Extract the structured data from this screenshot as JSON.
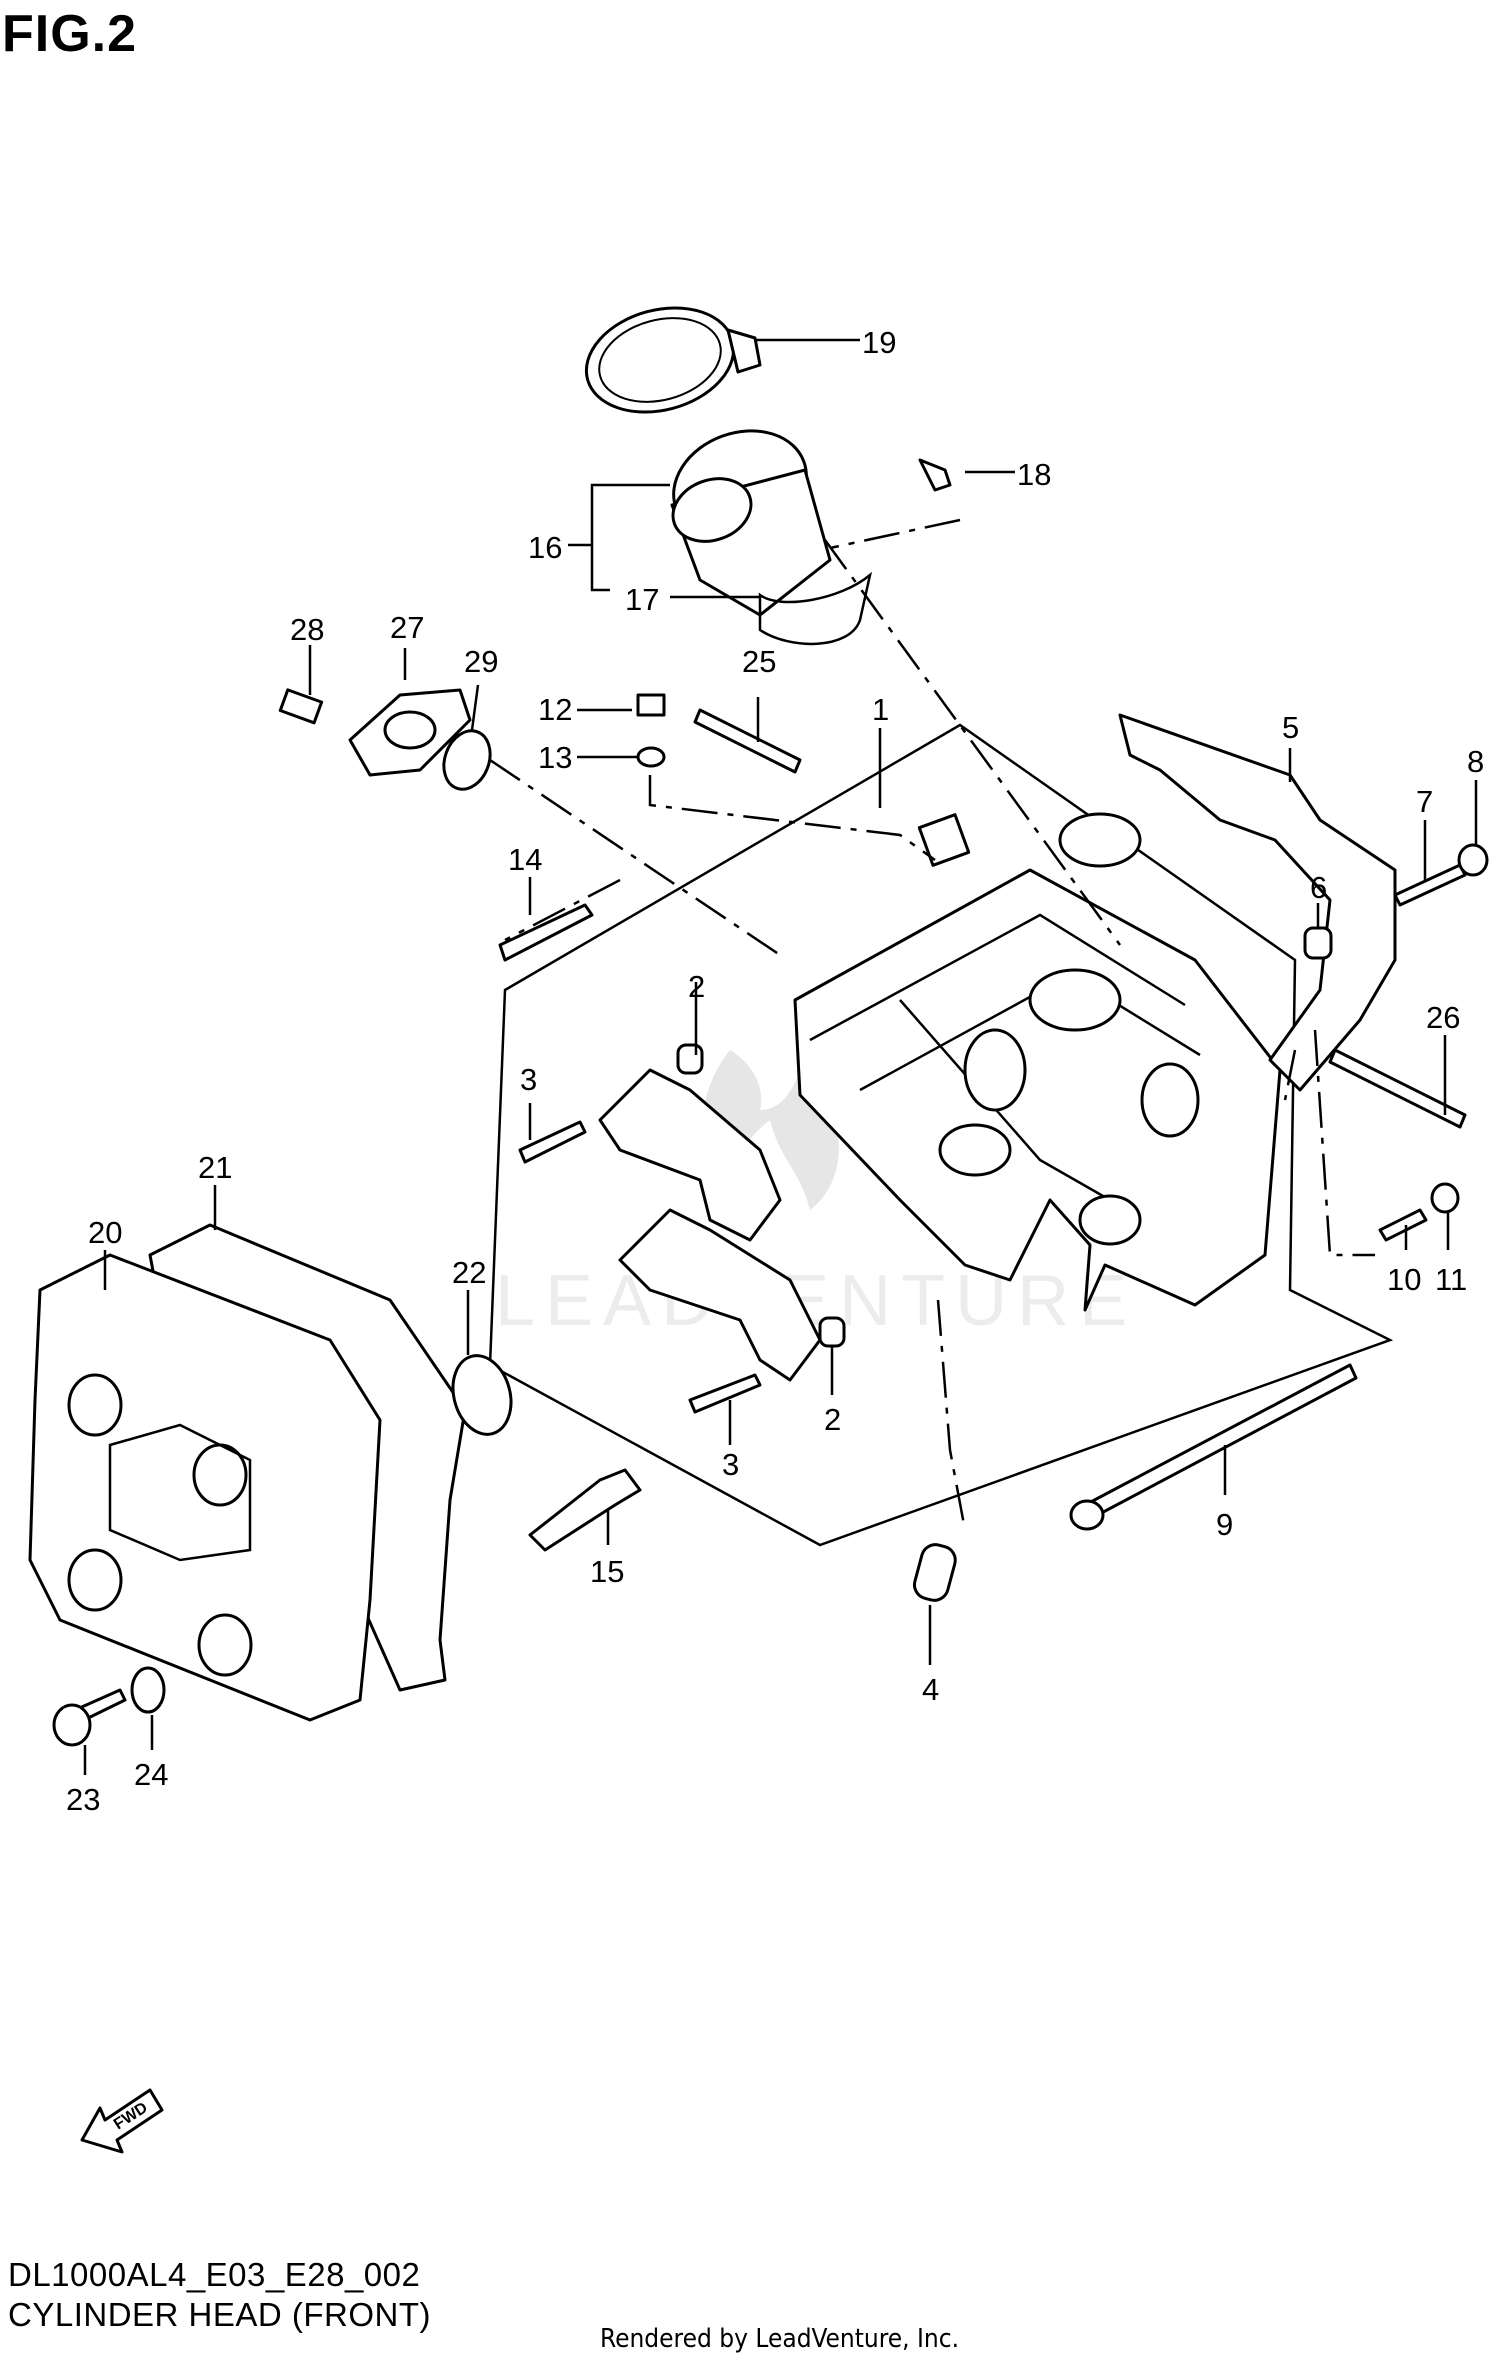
{
  "figure": {
    "title": "FIG.2",
    "code": "DL1000AL4_E03_E28_002",
    "name": "CYLINDER HEAD (FRONT)",
    "rendered_by": "Rendered by LeadVenture, Inc.",
    "watermark": "LEADVENTURE",
    "fwd_label": "FWD"
  },
  "callouts": {
    "c1": "1",
    "c2a": "2",
    "c2b": "2",
    "c3a": "3",
    "c3b": "3",
    "c4": "4",
    "c5": "5",
    "c6": "6",
    "c7": "7",
    "c8": "8",
    "c9": "9",
    "c10": "10",
    "c11": "11",
    "c12": "12",
    "c13": "13",
    "c14": "14",
    "c15": "15",
    "c16": "16",
    "c17": "17",
    "c18": "18",
    "c19": "19",
    "c20": "20",
    "c21": "21",
    "c22": "22",
    "c23": "23",
    "c24": "24",
    "c25": "25",
    "c26": "26",
    "c27": "27",
    "c28": "28",
    "c29": "29"
  }
}
